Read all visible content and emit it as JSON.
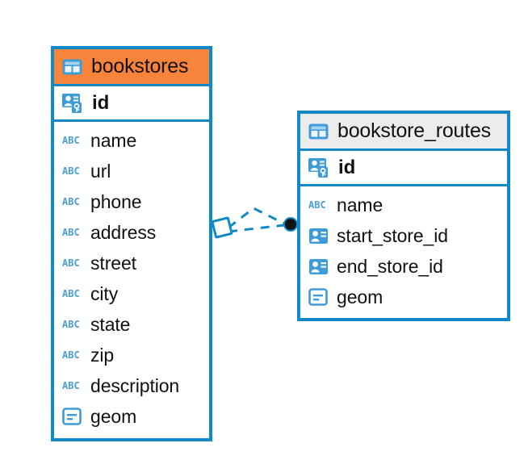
{
  "diagram": {
    "type": "entity-relationship-diagram",
    "colors": {
      "border": "#1089c8",
      "header_primary": "#f8843c",
      "header_secondary": "#ececec",
      "icon_blue": "#3d9bd9",
      "connector": "#1089c8",
      "connector_endpoint": "#111111"
    },
    "entities": [
      {
        "name": "bookstores",
        "header_style": "orange",
        "table_icon": "table-icon",
        "primary_key": {
          "name": "id",
          "icon": "primary-key-icon"
        },
        "columns": [
          {
            "name": "name",
            "icon": "text-type-icon",
            "type_label": "ABC"
          },
          {
            "name": "url",
            "icon": "text-type-icon",
            "type_label": "ABC"
          },
          {
            "name": "phone",
            "icon": "text-type-icon",
            "type_label": "ABC"
          },
          {
            "name": "address",
            "icon": "text-type-icon",
            "type_label": "ABC"
          },
          {
            "name": "street",
            "icon": "text-type-icon",
            "type_label": "ABC"
          },
          {
            "name": "city",
            "icon": "text-type-icon",
            "type_label": "ABC"
          },
          {
            "name": "state",
            "icon": "text-type-icon",
            "type_label": "ABC"
          },
          {
            "name": "zip",
            "icon": "text-type-icon",
            "type_label": "ABC"
          },
          {
            "name": "description",
            "icon": "text-type-icon",
            "type_label": "ABC"
          },
          {
            "name": "geom",
            "icon": "geometry-type-icon",
            "type_label": ""
          }
        ]
      },
      {
        "name": "bookstore_routes",
        "header_style": "gray",
        "table_icon": "table-icon",
        "primary_key": {
          "name": "id",
          "icon": "primary-key-icon"
        },
        "columns": [
          {
            "name": "name",
            "icon": "text-type-icon",
            "type_label": "ABC"
          },
          {
            "name": "start_store_id",
            "icon": "foreign-key-icon",
            "type_label": ""
          },
          {
            "name": "end_store_id",
            "icon": "foreign-key-icon",
            "type_label": ""
          },
          {
            "name": "geom",
            "icon": "geometry-type-icon",
            "type_label": ""
          }
        ]
      }
    ],
    "relationship": {
      "style": "dashed",
      "source_endpoint": "diamond-endpoint",
      "target_endpoint": "dot-endpoint",
      "from": "bookstores",
      "to": "bookstore_routes"
    }
  }
}
